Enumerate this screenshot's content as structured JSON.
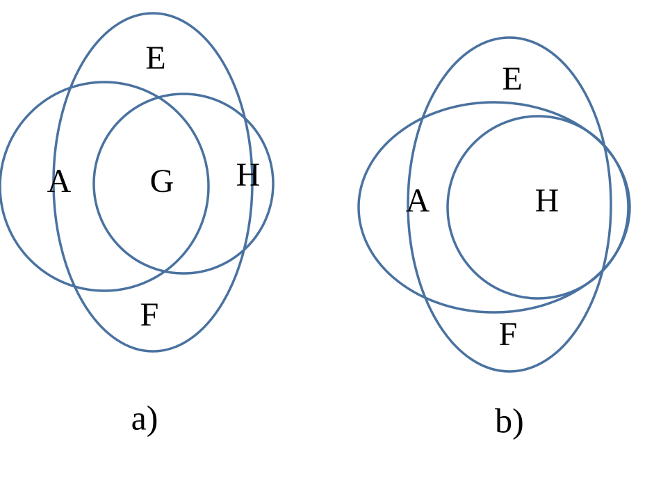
{
  "colors": {
    "stroke": "#4a72a0",
    "text": "#000000",
    "background": "#ffffff"
  },
  "panel_a": {
    "caption": "a)",
    "labels": {
      "E": "E",
      "A": "A",
      "G": "G",
      "H": "H",
      "F": "F"
    }
  },
  "panel_b": {
    "caption": "b)",
    "labels": {
      "E": "E",
      "A": "A",
      "H": "H",
      "F": "F"
    }
  }
}
